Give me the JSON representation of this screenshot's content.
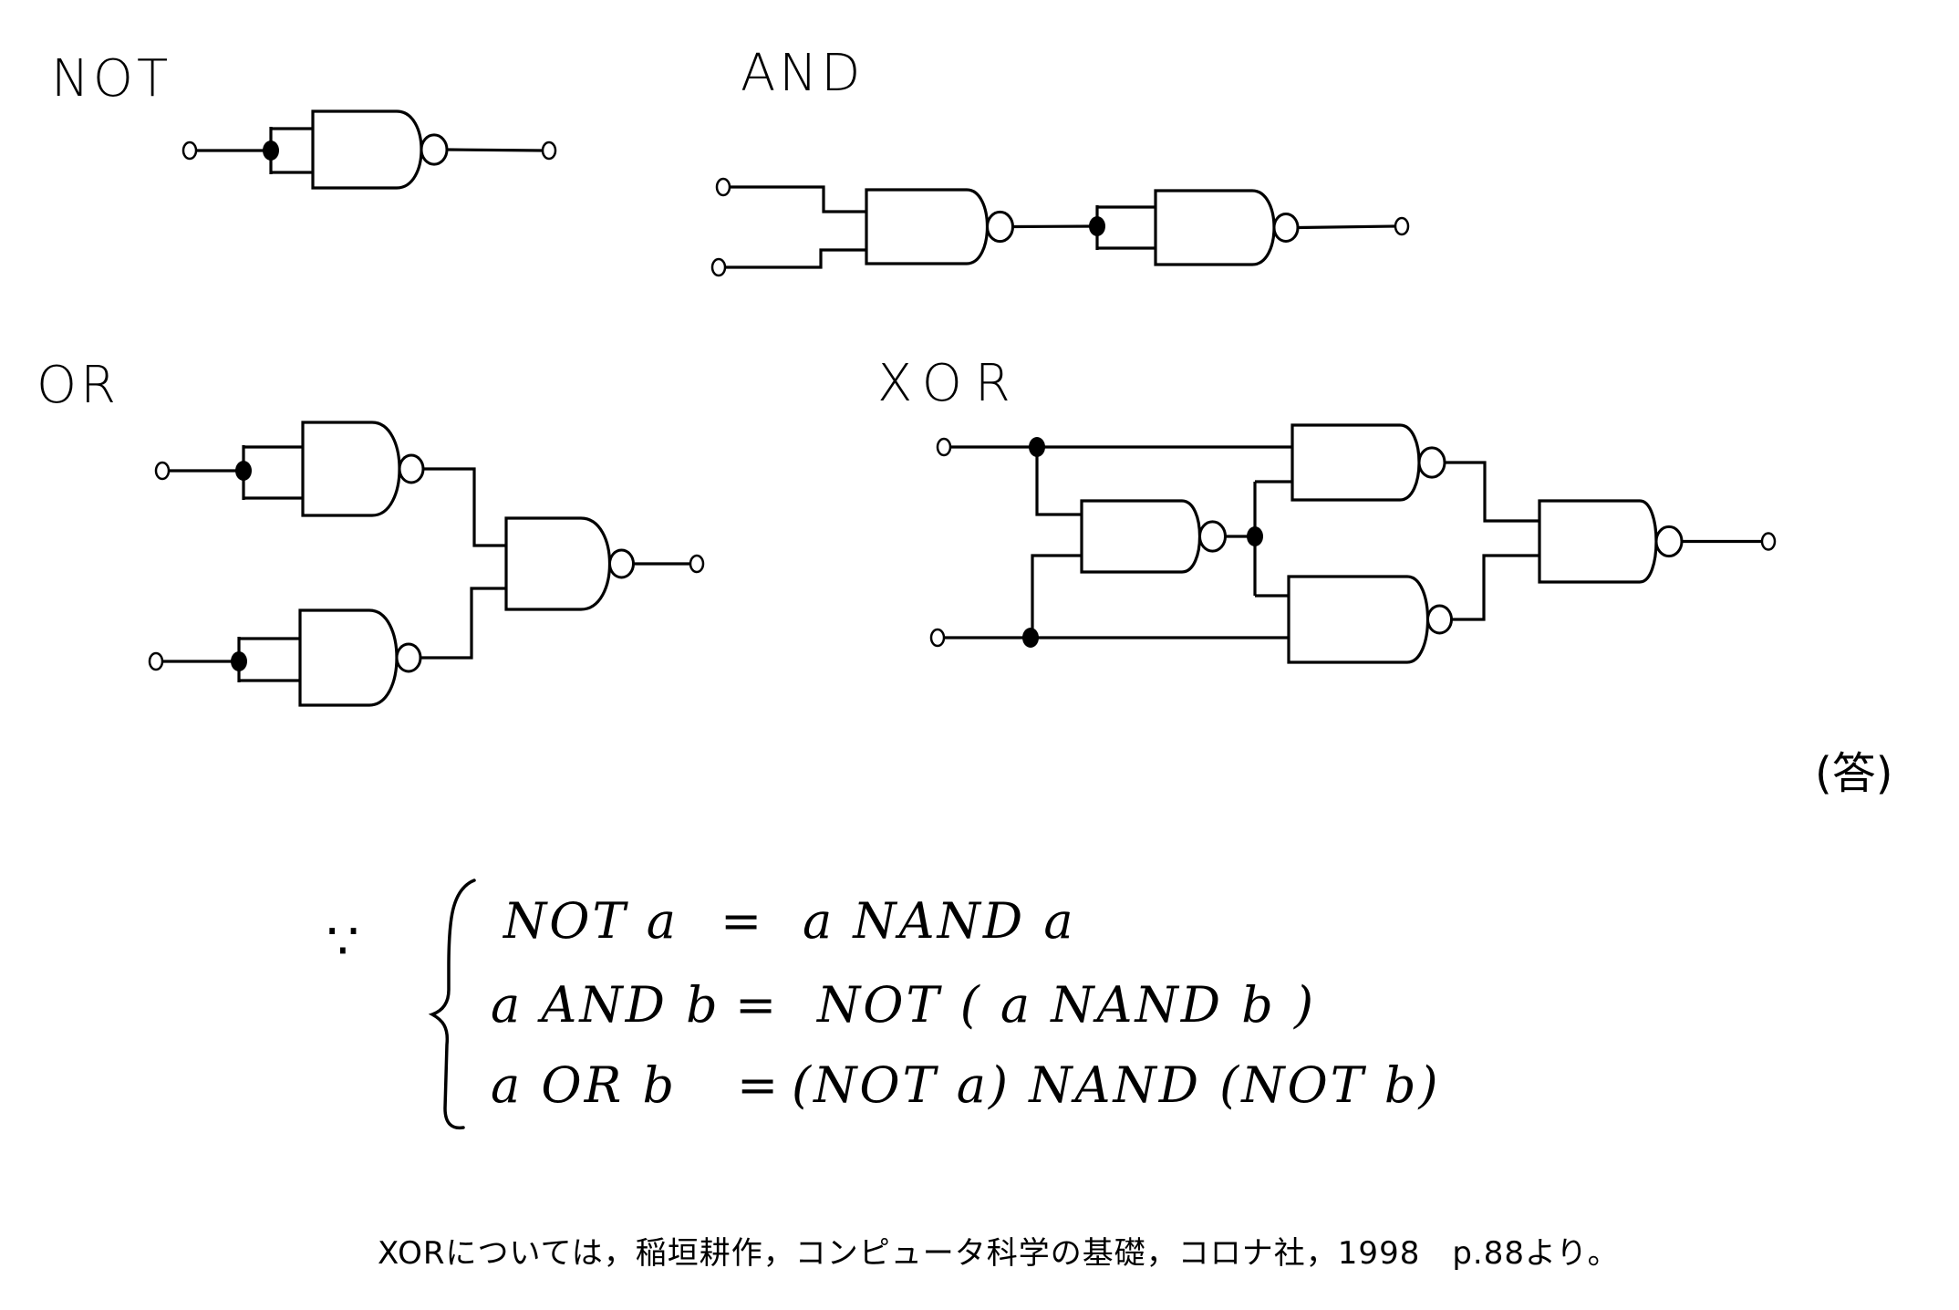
{
  "labels": {
    "not": "NOT",
    "and": "AND",
    "or": "OR",
    "xor": "XOR"
  },
  "answer_mark": "(答)",
  "because_symbol": "∵",
  "equations": [
    {
      "lhs": "NOT a",
      "rhs": "a NAND a"
    },
    {
      "lhs": "a AND b",
      "rhs": "NOT ( a NAND b )"
    },
    {
      "lhs": "a OR b",
      "rhs": "(NOT a) NAND (NOT b)"
    }
  ],
  "equals": "=",
  "footnote": "XORについては，稲垣耕作，コンピュータ科学の基礎，コロナ社，1998　p.88より。",
  "circuits": {
    "not": {
      "gate": "NAND",
      "gate_count": 1,
      "inputs": 1,
      "outputs": 1
    },
    "and": {
      "gate": "NAND",
      "gate_count": 2,
      "inputs": 2,
      "outputs": 1
    },
    "or": {
      "gate": "NAND",
      "gate_count": 3,
      "inputs": 2,
      "outputs": 1
    },
    "xor": {
      "gate": "NAND",
      "gate_count": 4,
      "inputs": 2,
      "outputs": 1
    }
  }
}
